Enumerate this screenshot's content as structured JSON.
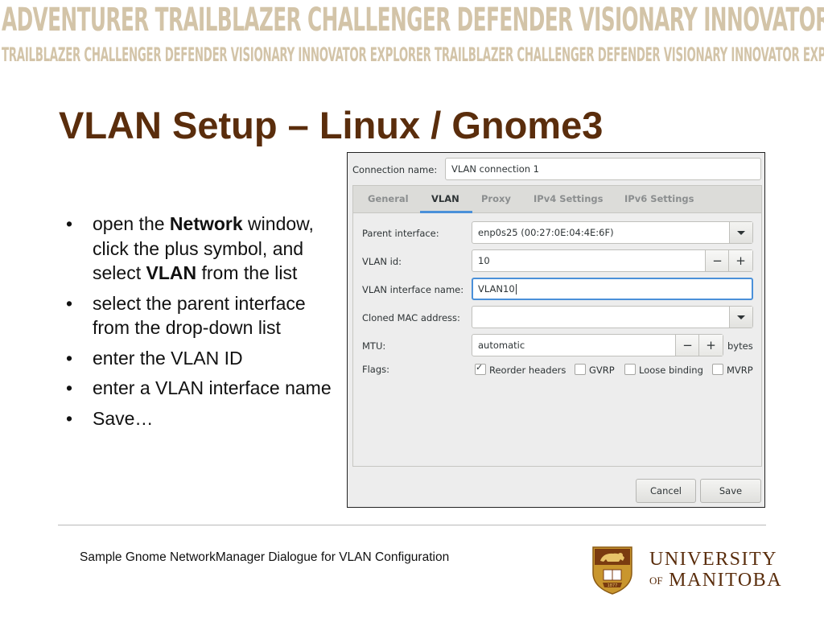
{
  "banner": {
    "line1": "ADVENTURER TRAILBLAZER CHALLENGER DEFENDER VISIONARY INNOVATOR",
    "line2": "TRAILBLAZER CHALLENGER DEFENDER VISIONARY INNOVATOR EXPLORER TRAILBLAZER CHALLENGER DEFENDER VISIONARY INNOVATOR EXPLORER"
  },
  "slide": {
    "title": "VLAN Setup – Linux / Gnome3",
    "bullets": [
      {
        "pre": "open the ",
        "bold": "Network",
        "post": " window, click the plus symbol, and select ",
        "bold2": "VLAN",
        "post2": " from the list"
      },
      {
        "text": "select the parent interface from the drop-down list"
      },
      {
        "text": "enter the VLAN ID"
      },
      {
        "text": "enter a VLAN interface name"
      },
      {
        "text": "Save…"
      }
    ],
    "caption": "Sample Gnome NetworkManager Dialogue for VLAN Configuration"
  },
  "dialog": {
    "connection_name_label": "Connection name:",
    "connection_name_value": "VLAN connection 1",
    "tabs": [
      "General",
      "VLAN",
      "Proxy",
      "IPv4 Settings",
      "IPv6 Settings"
    ],
    "active_tab": "VLAN",
    "parent_interface_label": "Parent interface:",
    "parent_interface_value": "enp0s25 (00:27:0E:04:4E:6F)",
    "vlan_id_label": "VLAN id:",
    "vlan_id_value": "10",
    "vlan_ifname_label": "VLAN interface name:",
    "vlan_ifname_value": "VLAN10",
    "cloned_mac_label": "Cloned MAC address:",
    "cloned_mac_value": "",
    "mtu_label": "MTU:",
    "mtu_value": "automatic",
    "mtu_unit": "bytes",
    "flags_label": "Flags:",
    "flags": [
      {
        "label": "Reorder headers",
        "checked": true
      },
      {
        "label": "GVRP",
        "checked": false
      },
      {
        "label": "Loose binding",
        "checked": false
      },
      {
        "label": "MVRP",
        "checked": false
      }
    ],
    "minus": "−",
    "plus": "+",
    "cancel_label": "Cancel",
    "save_label": "Save"
  },
  "logo": {
    "line1": "UNIVERSITY",
    "of": "OF",
    "line2": "MANITOBA",
    "crest_year": "1877",
    "brand_color": "#5a2d0c",
    "crest_gold": "#c9962e"
  }
}
